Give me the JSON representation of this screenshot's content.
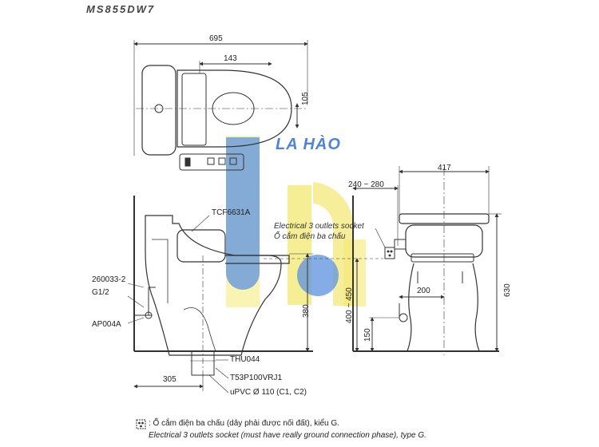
{
  "model": "MS855DW7",
  "watermark": "LA HÀO",
  "top_view": {
    "dim_overall": "695",
    "dim_seat": "143",
    "dim_offset": "105"
  },
  "side_view": {
    "label_seat": "TCF6631A",
    "label_valve_code": "260033-2",
    "label_thread": "G1/2",
    "label_hose": "AP004A",
    "label_flange": "THU044",
    "label_pipe_code": "T53P100VRJ1",
    "label_pipe": "uPVC Ø 110 (C1, C2)",
    "dim_rough_in": "305",
    "dim_height": "380"
  },
  "socket": {
    "label_en": "Electrical 3 outlets socket",
    "label_vi": "Ổ cắm điện ba chấu"
  },
  "front_view": {
    "dim_width": "417",
    "dim_socket_range": "240 ~ 280",
    "dim_socket_height": "400 ~ 450",
    "dim_total_height": "630",
    "dim_offset": "200",
    "dim_supply_height": "150"
  },
  "notes": {
    "line_vi": ": Ổ cắm điện ba chấu (dây phải được nối đất), kiểu G.",
    "line_en": "Electrical 3 outlets socket (must have really ground connection phase), type G."
  },
  "colors": {
    "watermark_blue": "#3f7fd9",
    "watermark_yellow": "#f2e45a",
    "line": "#333333"
  }
}
